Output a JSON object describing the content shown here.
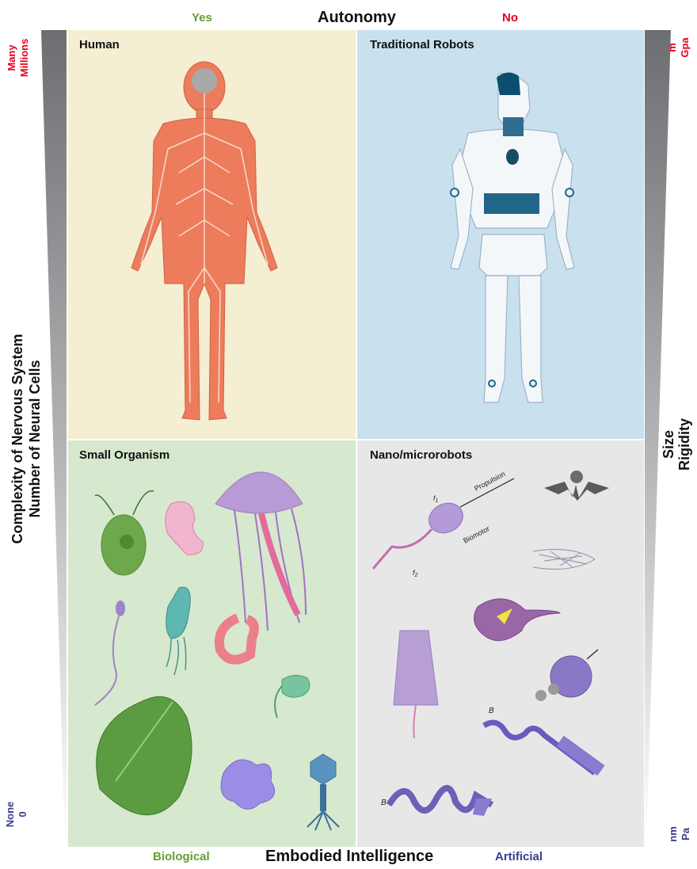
{
  "header": {
    "title": "Autonomy",
    "left": "Yes",
    "right": "No"
  },
  "footer": {
    "title": "Embodied Intelligence",
    "left": "Biological",
    "right": "Artificial"
  },
  "left_axis": {
    "line1": "Complexity of Nervous System",
    "line2": "Number of Neural Cells",
    "top_1": "Many",
    "top_2": "Millions",
    "bottom_1": "None",
    "bottom_2": "0"
  },
  "right_axis": {
    "line1": "Size",
    "line2": "Rigidity",
    "top_1": "m",
    "top_2": "Gpa",
    "bottom_1": "nm",
    "bottom_2": "Pa"
  },
  "quadrants": {
    "top_left": "Human",
    "top_right": "Traditional Robots",
    "bottom_left": "Small Organism",
    "bottom_right": "Nano/microrobots"
  },
  "nano_labels": {
    "propulsion": "Propulsion",
    "biomotor": "Biomotor",
    "f1": "f",
    "f1_sub": "1",
    "f2": "f",
    "f2_sub": "2",
    "b1": "B",
    "b2": "B"
  },
  "colors": {
    "human_bg": "#f4eed2",
    "robot_bg": "#c9e1ee",
    "organism_bg": "#d6e8cd",
    "nano_bg": "#e7e7e7",
    "yes_green": "#62a033",
    "no_red": "#e3001b",
    "artificial_blue": "#3a3d8f"
  }
}
